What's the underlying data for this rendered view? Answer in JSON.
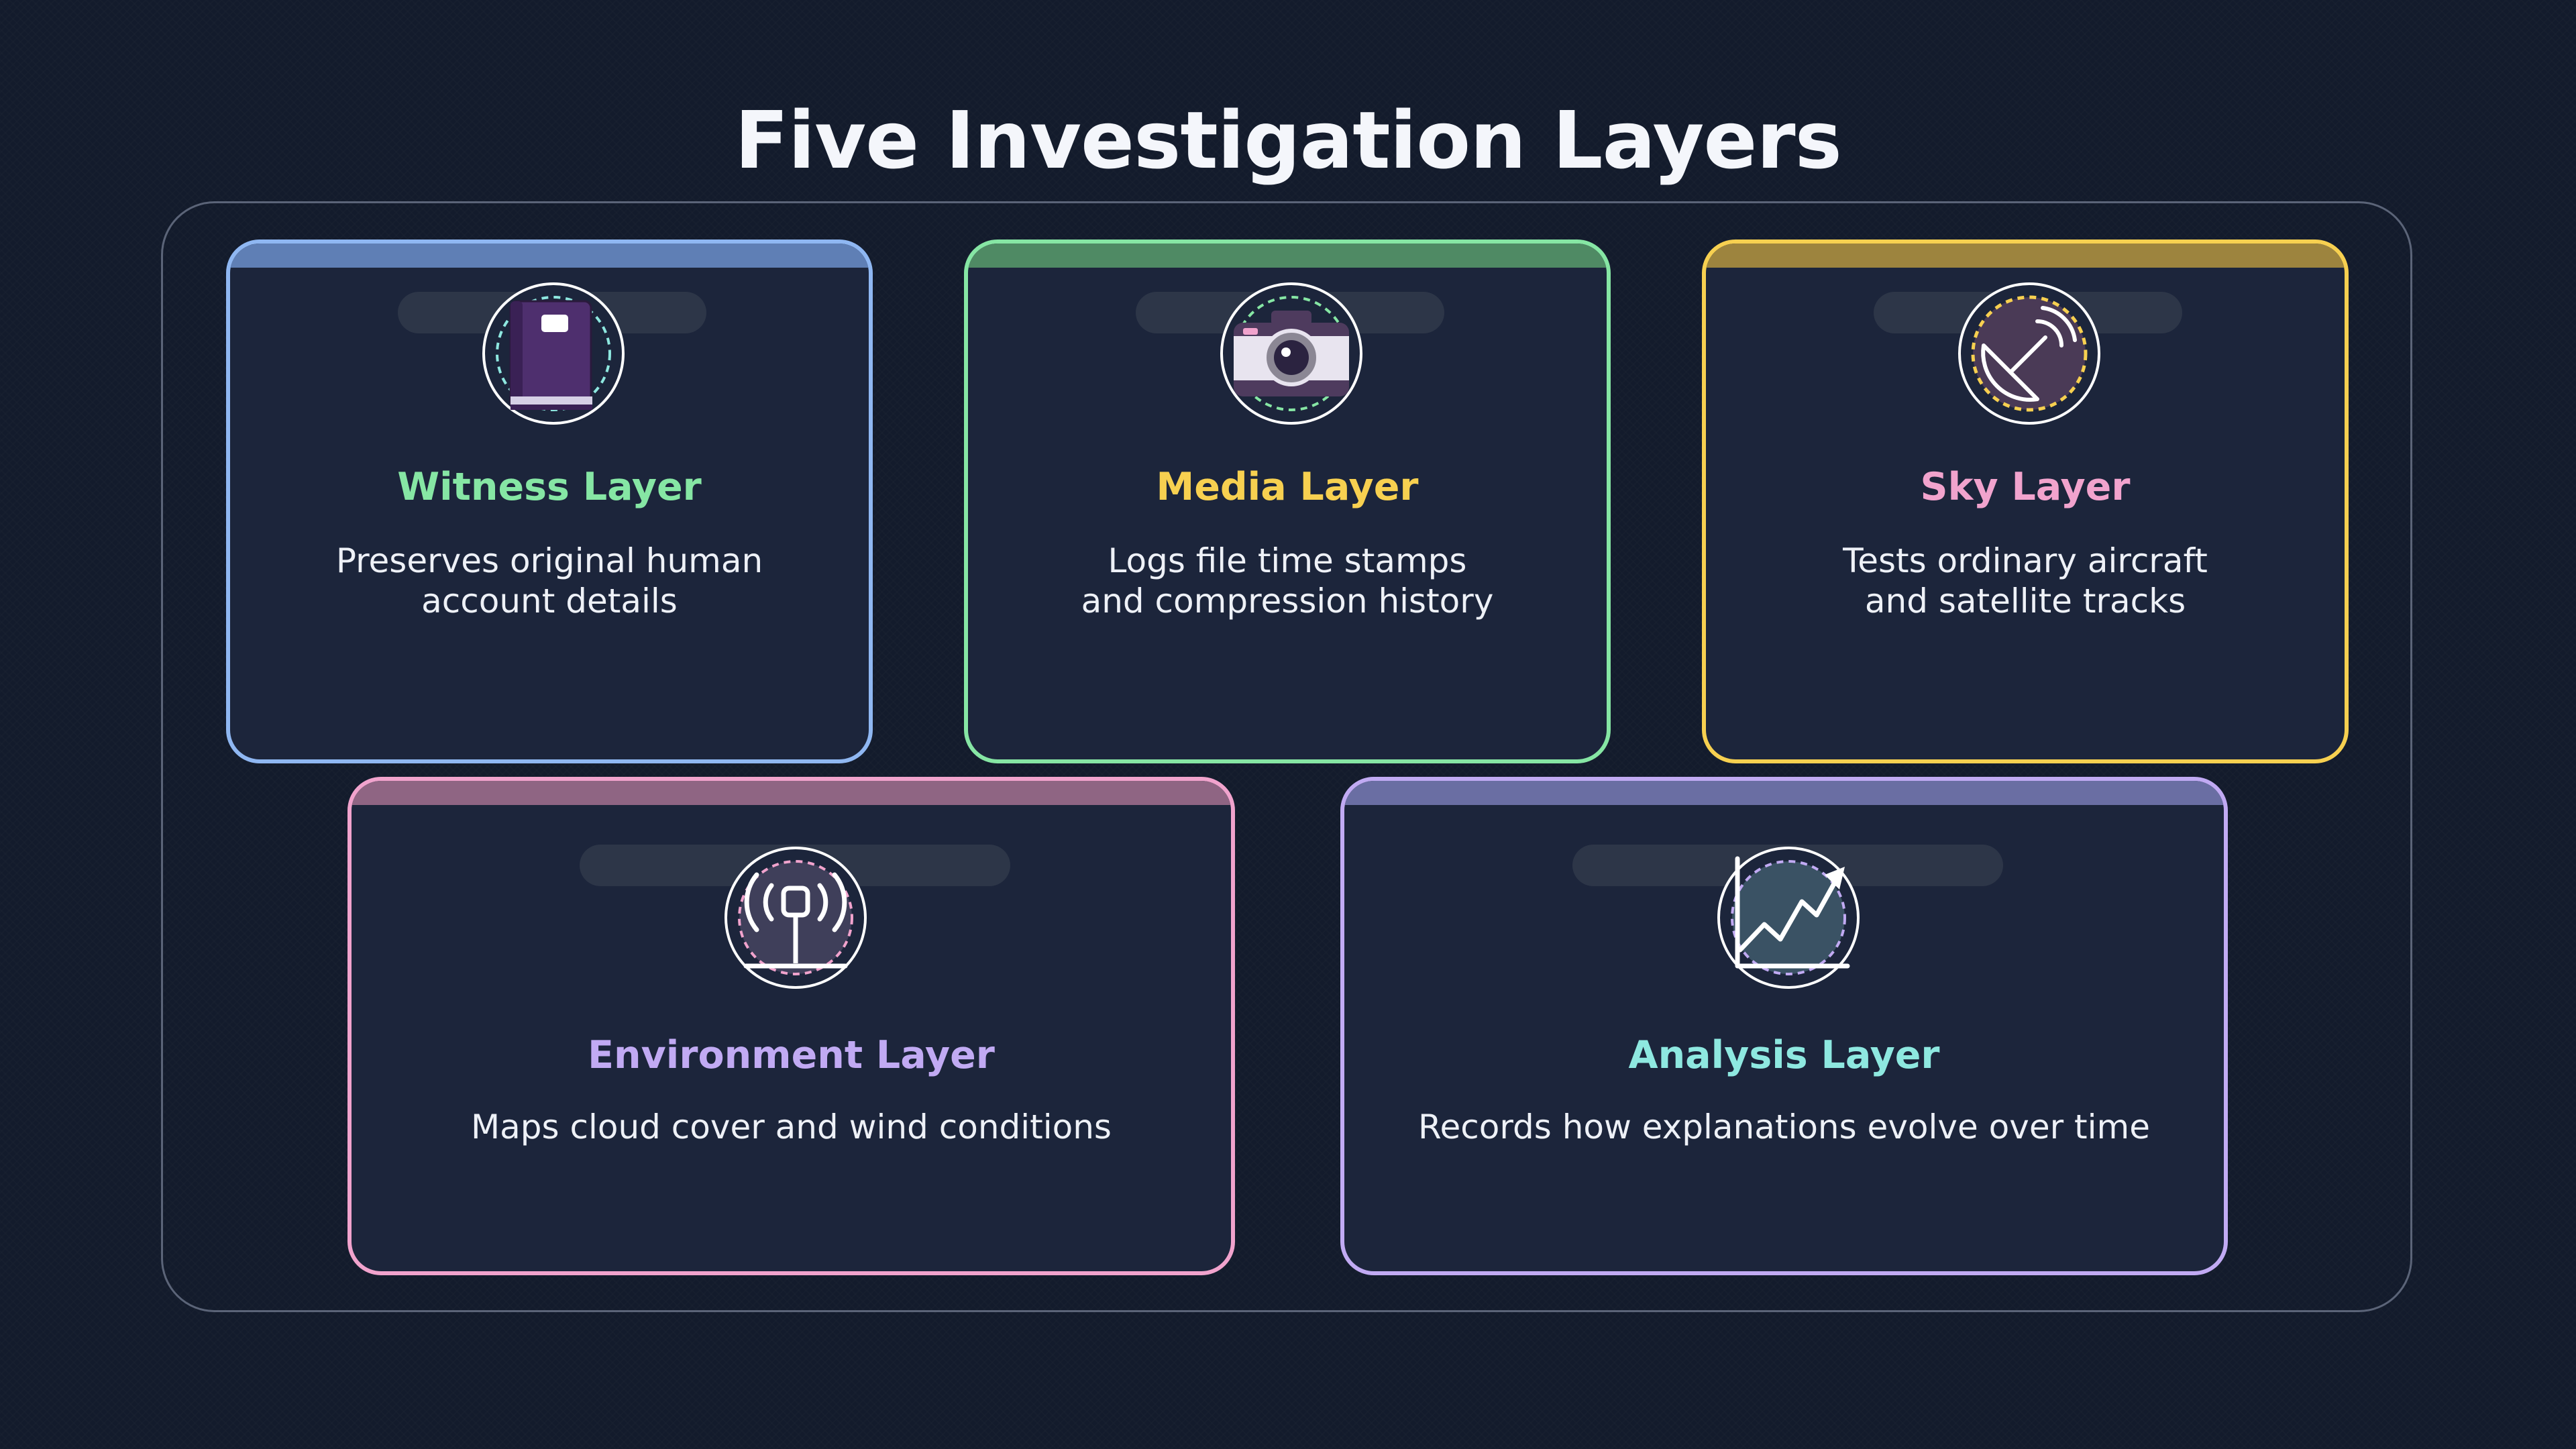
{
  "title": "Five Investigation Layers",
  "colors": {
    "background": "#131b2c",
    "card": "#1c253b",
    "blue": "#8fb7f2",
    "green": "#86e6a4",
    "yellow": "#f7d050",
    "pink": "#f1a3cd",
    "purple": "#c1aaf3",
    "teal": "#8ee8e0"
  },
  "cards": [
    {
      "title": "Witness Layer",
      "description_lines": [
        "Preserves original human",
        "account details"
      ],
      "icon": "notebook-icon"
    },
    {
      "title": "Media Layer",
      "description_lines": [
        "Logs file time stamps",
        "and compression history"
      ],
      "icon": "camera-icon"
    },
    {
      "title": "Sky Layer",
      "description_lines": [
        "Tests ordinary aircraft",
        "and satellite tracks"
      ],
      "icon": "satellite-dish-icon"
    },
    {
      "title": "Environment Layer",
      "description_lines": [
        "Maps cloud cover and wind conditions"
      ],
      "icon": "radio-tower-icon"
    },
    {
      "title": "Analysis Layer",
      "description_lines": [
        "Records how explanations evolve over time"
      ],
      "icon": "trend-chart-icon"
    }
  ]
}
